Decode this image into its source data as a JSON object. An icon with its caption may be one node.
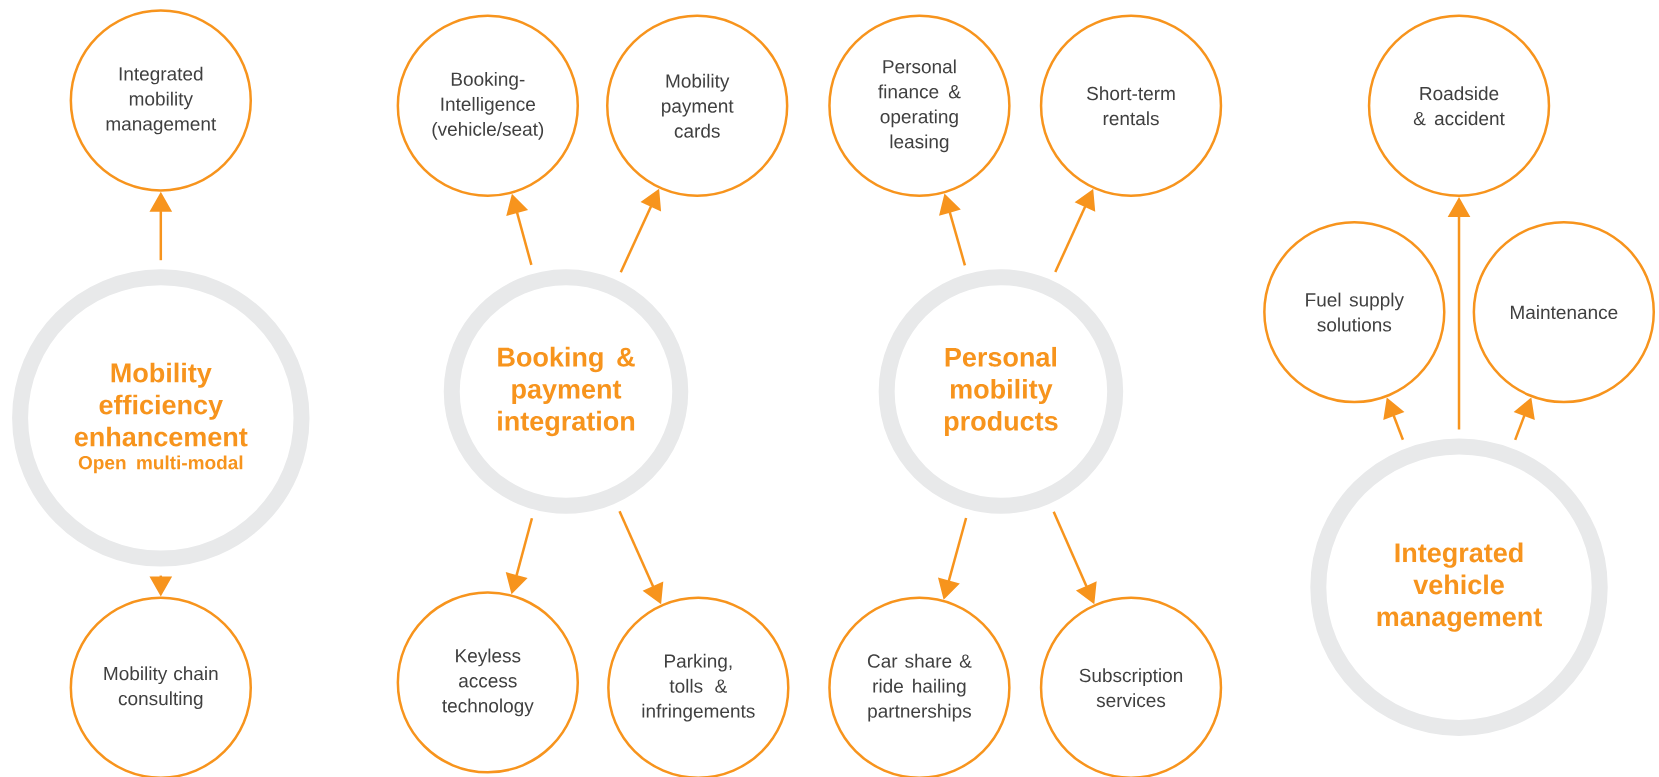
{
  "diagram": {
    "nodes": [
      {
        "text": [
          "Mobility efficiency enhancement",
          "Open multi-modal"
        ]
      },
      {
        "text": [
          "Integrated mobility management"
        ]
      },
      {
        "text": [
          "Mobility chain consulting"
        ]
      },
      {
        "text": [
          "Booking & payment integration"
        ]
      },
      {
        "text": [
          "Booking-Intelligence (vehicle/seat)"
        ]
      },
      {
        "text": [
          "Mobility payment cards"
        ]
      },
      {
        "text": [
          "Keyless access technology"
        ]
      },
      {
        "text": [
          "Parking, tolls & infringements"
        ]
      },
      {
        "text": [
          "Personal mobility products"
        ]
      },
      {
        "text": [
          "Personal finance & operating leasing"
        ]
      },
      {
        "text": [
          "Short-term rentals"
        ]
      },
      {
        "text": [
          "Car share & ride hailing partnerships"
        ]
      },
      {
        "text": [
          "Subscription services"
        ]
      },
      {
        "text": [
          "Integrated vehicle management"
        ]
      },
      {
        "text": [
          "Roadside & accident"
        ]
      },
      {
        "text": [
          "Fuel supply solutions"
        ]
      },
      {
        "text": [
          "Maintenance"
        ]
      }
    ],
    "edges": [
      {
        "from": 0,
        "to": 1,
        "arrow": "to"
      },
      {
        "from": 0,
        "to": 2,
        "arrow": "to"
      },
      {
        "from": 3,
        "to": 4,
        "arrow": "to"
      },
      {
        "from": 3,
        "to": 5,
        "arrow": "to"
      },
      {
        "from": 3,
        "to": 6,
        "arrow": "to"
      },
      {
        "from": 3,
        "to": 7,
        "arrow": "to"
      },
      {
        "from": 8,
        "to": 9,
        "arrow": "to"
      },
      {
        "from": 8,
        "to": 10,
        "arrow": "to"
      },
      {
        "from": 8,
        "to": 11,
        "arrow": "to"
      },
      {
        "from": 8,
        "to": 12,
        "arrow": "to"
      },
      {
        "from": 13,
        "to": 14,
        "arrow": "to"
      },
      {
        "from": 13,
        "to": 15,
        "arrow": "to"
      },
      {
        "from": 13,
        "to": 16,
        "arrow": "to"
      }
    ]
  }
}
